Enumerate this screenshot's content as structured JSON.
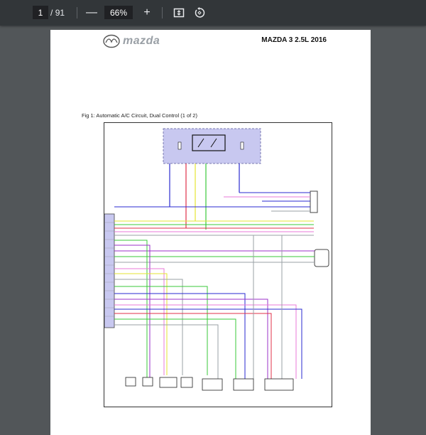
{
  "toolbar": {
    "current_page": "1",
    "page_separator": "/",
    "total_pages": "91",
    "zoom_out_icon": "minus-icon",
    "zoom_level": "66%",
    "zoom_in_icon": "plus-icon",
    "fit_icon": "fit-page-icon",
    "rotate_icon": "rotate-icon"
  },
  "document": {
    "brand": "mazda",
    "model_title": "MAZDA 3 2.5L 2016",
    "figure_caption": "Fig 1: Automatic A/C Circuit, Dual Control (1 of 2)"
  },
  "colors": {
    "toolbar_bg": "#323639",
    "viewer_bg": "#525659",
    "fuse_box": "#c8c8f0",
    "wire_blue": "#2a2ad0",
    "wire_red": "#e0304a",
    "wire_green": "#38c838",
    "wire_yellow": "#e6e632",
    "wire_purple": "#9b30c8",
    "wire_pink": "#e87ad8",
    "wire_gray": "#9aa0a6"
  }
}
